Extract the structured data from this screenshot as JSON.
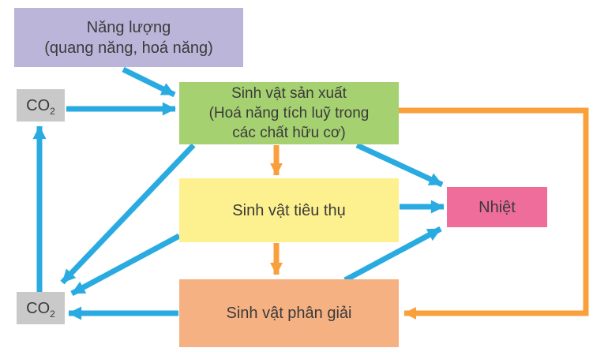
{
  "diagram": {
    "type": "ecosystem-energy-flow",
    "nodes": {
      "energy": {
        "lines": [
          "Năng lượng",
          "(quang năng, hoá năng)"
        ],
        "color": "#bcb5da"
      },
      "co2_top": {
        "formula_base": "CO",
        "formula_sub": "2",
        "color": "#c9c9c9"
      },
      "producer": {
        "lines": [
          "Sinh vật sản xuất",
          "(Hoá năng tích luỹ trong",
          "các chất hữu cơ)"
        ],
        "color": "#a5d171"
      },
      "consumer": {
        "label": "Sinh vật tiêu thụ",
        "color": "#fdf08e"
      },
      "heat": {
        "label": "Nhiệt",
        "color": "#ee6d9b"
      },
      "decomposer": {
        "label": "Sinh vật phân giải",
        "color": "#f6b183"
      },
      "co2_bottom": {
        "formula_base": "CO",
        "formula_sub": "2",
        "color": "#c9c9c9"
      }
    },
    "colors": {
      "arrow_blue": "#29abe2",
      "arrow_orange": "#f9a03c",
      "text": "#3a3a3a",
      "background": "#ffffff"
    }
  }
}
